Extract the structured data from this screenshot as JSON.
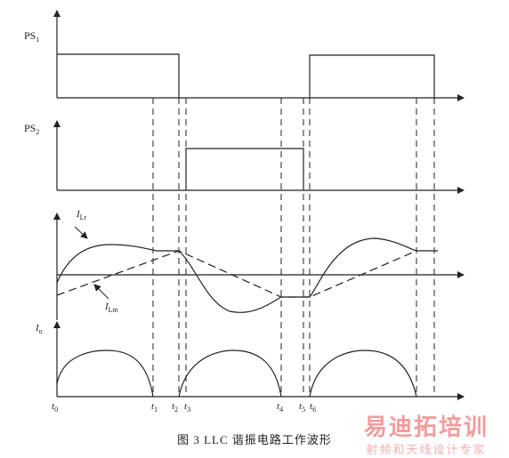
{
  "signals": {
    "ps1": {
      "main": "PS",
      "sub": "1"
    },
    "ps2": {
      "main": "PS",
      "sub": "2"
    },
    "ilr": {
      "main": "I",
      "sub": "Lr"
    },
    "ilm": {
      "main": "I",
      "sub": "Lm"
    },
    "io": {
      "main": "I",
      "sub": "o"
    }
  },
  "time_labels": [
    {
      "main": "t",
      "sub": "0"
    },
    {
      "main": "t",
      "sub": "1"
    },
    {
      "main": "t",
      "sub": "2"
    },
    {
      "main": "t",
      "sub": "3"
    },
    {
      "main": "t",
      "sub": "4"
    },
    {
      "main": "t",
      "sub": "5"
    },
    {
      "main": "t",
      "sub": "6"
    }
  ],
  "caption": "图 3   LLC 谐振电路工作波形",
  "watermark": {
    "brand": "易迪拓培训",
    "sub": "射频和天线设计专家"
  },
  "colors": {
    "line": "#222222",
    "watermark": "#f08b8b"
  }
}
